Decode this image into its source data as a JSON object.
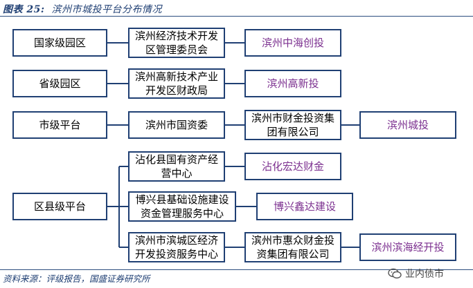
{
  "figure": {
    "number": "图表 25:",
    "caption": "滨州市城投平台分布情况"
  },
  "diagram": {
    "levels": [
      {
        "label": "国家级园区"
      },
      {
        "label": "省级园区"
      },
      {
        "label": "市级平台"
      },
      {
        "label": "区县级平台"
      }
    ],
    "agencies": [
      {
        "lines": [
          "滨州经济技术开发",
          "区管理委员会"
        ]
      },
      {
        "lines": [
          "滨州高新技术产业",
          "开发区财政局"
        ]
      },
      {
        "lines": [
          "滨州市国资委"
        ]
      },
      {
        "lines": [
          "沾化县国有资产经",
          "营中心"
        ]
      },
      {
        "lines": [
          "博兴县基础设施建设",
          "资金管理服务中心"
        ]
      },
      {
        "lines": [
          "滨州市滨城区经济",
          "开发投资服务中心"
        ]
      }
    ],
    "companies": [
      {
        "lines": [
          "滨州中海创投"
        ]
      },
      {
        "lines": [
          "滨州高新投"
        ]
      },
      {
        "lines": [
          "滨州市财金投资集",
          "团有限公司"
        ]
      },
      {
        "lines": [
          "沾化宏达财金"
        ]
      },
      {
        "lines": [
          "博兴鑫达建设"
        ]
      },
      {
        "lines": [
          "滨州市惠众财金投",
          "资集团有限公司"
        ]
      }
    ],
    "subsidiaries": [
      {
        "lines": [
          "滨州城投"
        ]
      },
      {
        "lines": [
          "滨州滨海经开投"
        ]
      }
    ]
  },
  "footer": {
    "source": "资料来源：评级报告，国盛证券研究所"
  },
  "watermark": {
    "text": "业内债市",
    "icon": "wechat-icon"
  },
  "colors": {
    "border": "#1f3f73",
    "company_text": "#7b2f8f",
    "title": "#1f3f73"
  }
}
